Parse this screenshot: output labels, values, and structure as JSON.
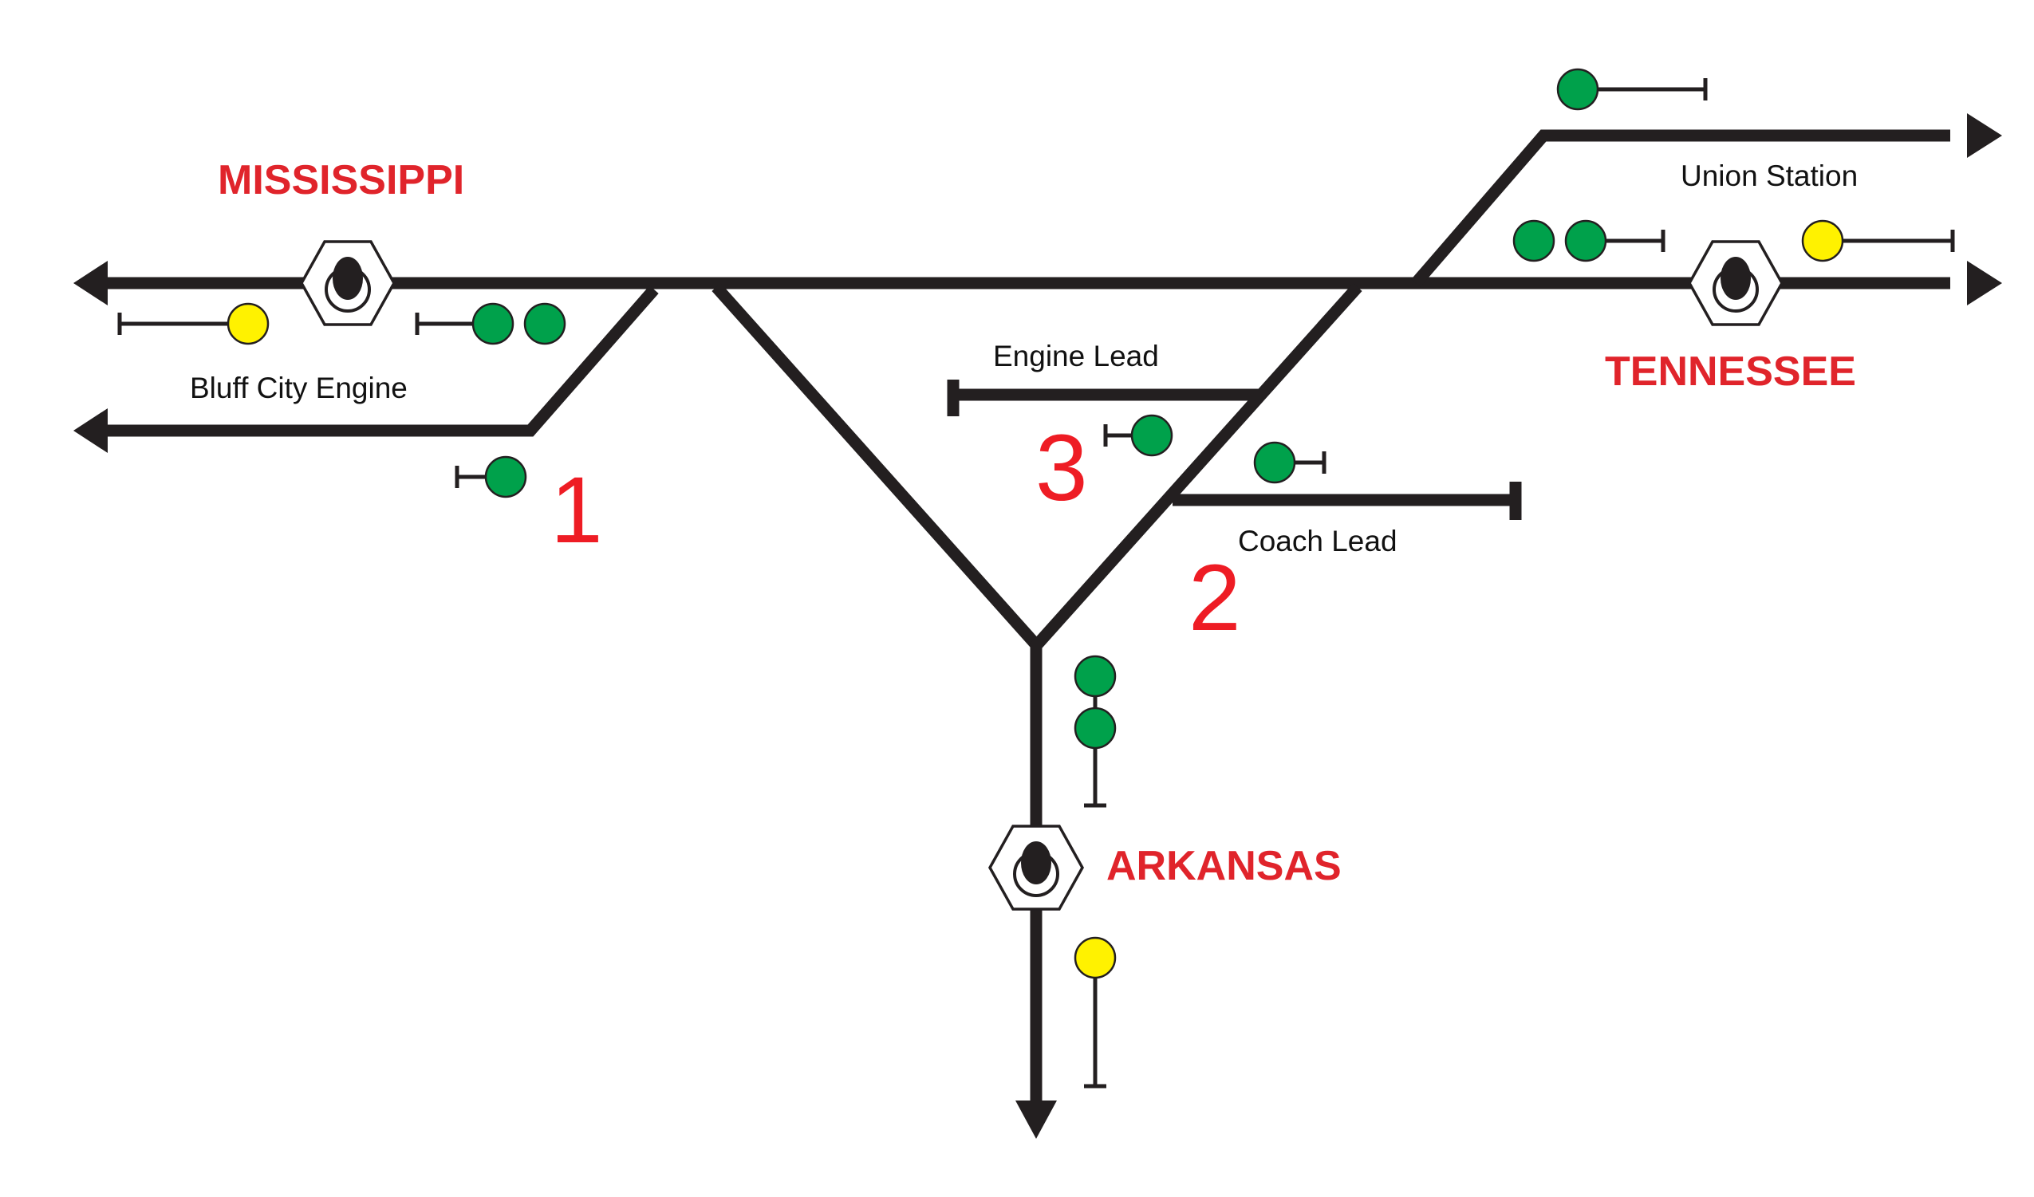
{
  "colors": {
    "track": "#231f20",
    "signal_green": "#00a14b",
    "signal_yellow": "#fff200",
    "state_label": "#e0242b",
    "route_number": "#ee1c24"
  },
  "states": {
    "mississippi": "MISSISSIPPI",
    "tennessee": "TENNESSEE",
    "arkansas": "ARKANSAS"
  },
  "tracks": {
    "bluff_city_engine": "Bluff City Engine",
    "engine_lead": "Engine Lead",
    "coach_lead": "Coach Lead",
    "union_station": "Union Station"
  },
  "routes": [
    "1",
    "2",
    "3"
  ],
  "signals": {
    "mississippi_main_approach": [
      "yellow"
    ],
    "mississippi_main_leaving": [
      "green",
      "green"
    ],
    "bluff_city_leaving": [
      "green"
    ],
    "union_station_leaving": [
      "green"
    ],
    "tennessee_main_leaving": [
      "green",
      "green"
    ],
    "tennessee_main_approach": [
      "yellow"
    ],
    "engine_lead_leaving": [
      "green"
    ],
    "coach_lead_leaving": [
      "green"
    ],
    "arkansas_leaving": [
      "green",
      "green"
    ],
    "arkansas_approach": [
      "yellow"
    ]
  },
  "icons": {
    "toggle_switch": "toggle-switch-icon",
    "signal_lamp": "signal-lamp-icon",
    "track_arrow": "arrow-icon"
  }
}
